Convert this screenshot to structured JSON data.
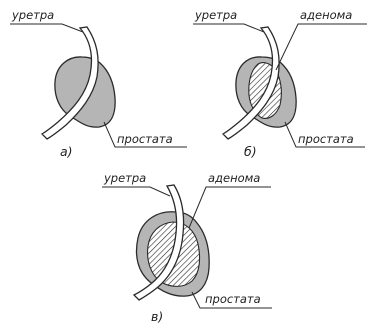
{
  "labels": {
    "urethra": "уретра",
    "adenoma": "аденома",
    "prostate": "простата"
  },
  "panels": [
    {
      "caption": "а)"
    },
    {
      "caption": "б)"
    },
    {
      "caption": "в)"
    }
  ],
  "colors": {
    "prostate_fill": "#b5b5b5",
    "outline": "#2a2a2a",
    "background": "#ffffff"
  }
}
